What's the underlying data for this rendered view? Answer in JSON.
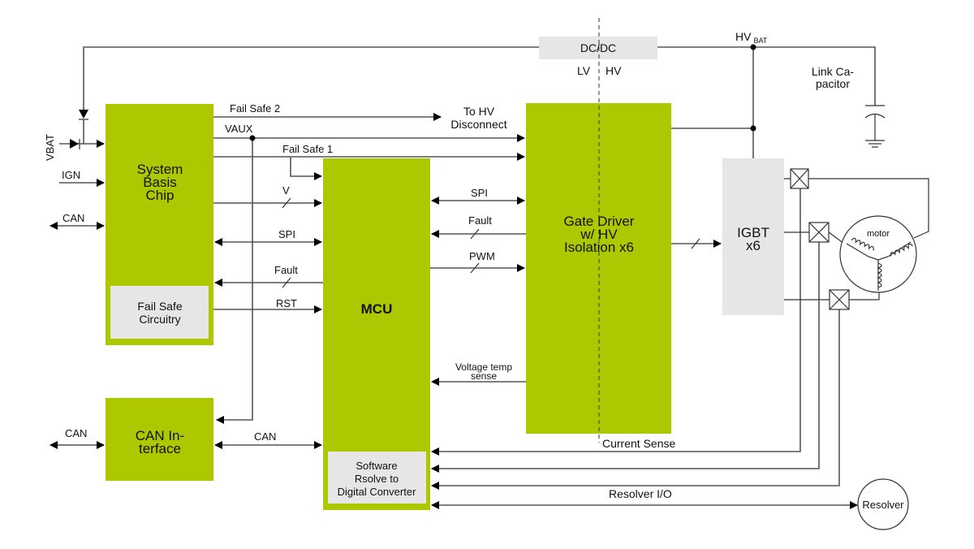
{
  "colors": {
    "block": "#aec800",
    "sub_block": "#e6e6e6",
    "line": "#555555"
  },
  "blocks": {
    "sbc": [
      "System",
      "Basis",
      "Chip"
    ],
    "fail_safe": [
      "Fail Safe",
      "Circuitry"
    ],
    "mcu": "MCU",
    "software": [
      "Software",
      "Rsolve to",
      "Digital Converter"
    ],
    "can_interface": [
      "CAN In-",
      "terface"
    ],
    "gate_driver": [
      "Gate Driver",
      "w/ HV",
      "Isolation x6"
    ],
    "igbt": [
      "IGBT",
      "x6"
    ],
    "dcdc": "DC/DC",
    "motor": "motor",
    "resolver": "Resolver"
  },
  "labels": {
    "vbat": "VBAT",
    "ign": "IGN",
    "can_left": "CAN",
    "can_left2": "CAN",
    "can_bus": "CAN",
    "fail_safe_2": "Fail Safe 2",
    "vaux": "VAUX",
    "fail_safe_1": "Fail Safe 1",
    "v": "V",
    "spi_sbc": "SPI",
    "fault_sbc": "Fault",
    "rst": "RST",
    "to_hv": [
      "To HV",
      "Disconnect"
    ],
    "spi_gd": "SPI",
    "fault_gd": "Fault",
    "pwm": "PWM",
    "vts": [
      "Voltage temp",
      "sense"
    ],
    "lv": "LV",
    "hv": "HV",
    "hv_bat": "HV",
    "hv_bat_sub": "BAT",
    "link_cap": [
      "Link Ca-",
      "pacitor"
    ],
    "current_sense": "Current Sense",
    "resolver_io": "Resolver I/O"
  }
}
